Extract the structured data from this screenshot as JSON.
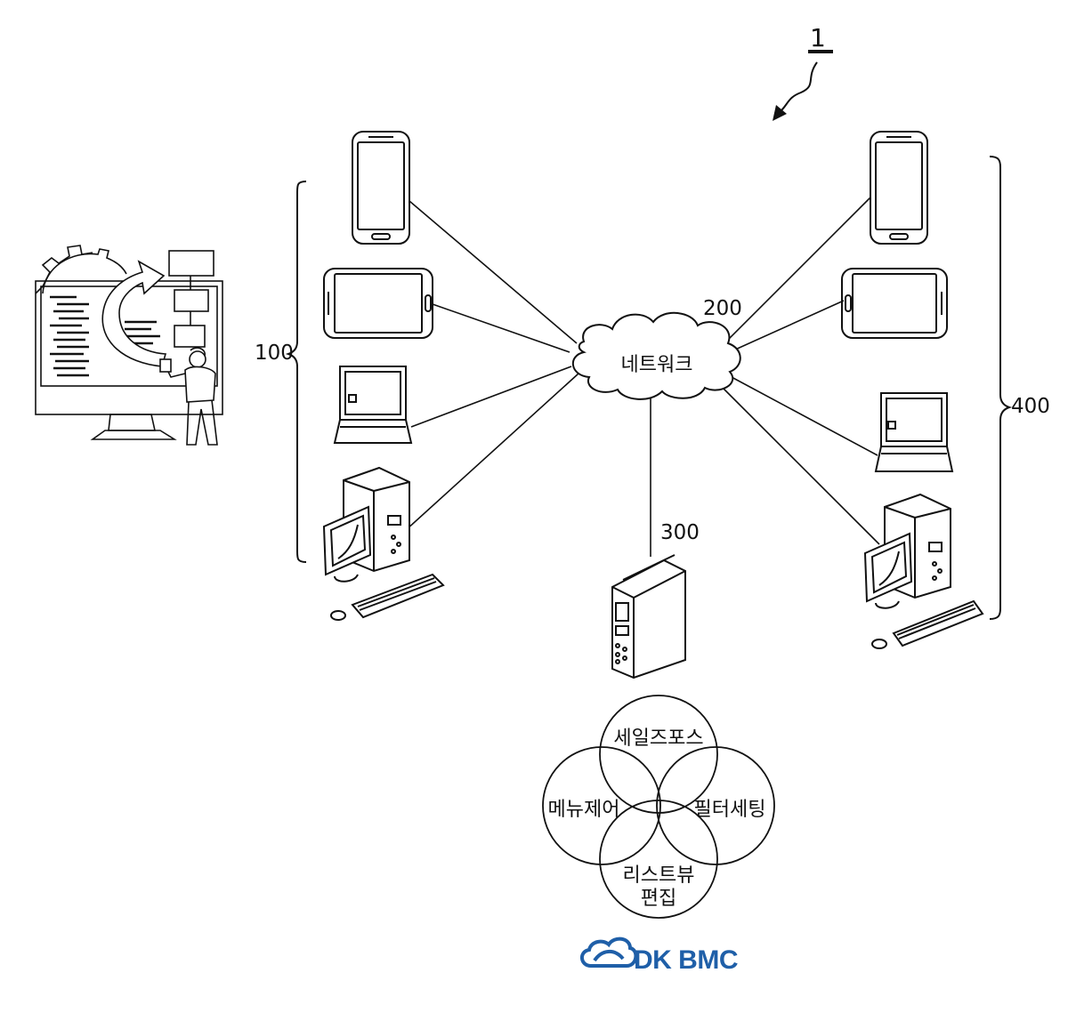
{
  "figure_ref": "1",
  "labels": {
    "client_group": "100",
    "network_ref": "200",
    "server_ref": "300",
    "partner_group": "400"
  },
  "network_label": "네트워크",
  "features": {
    "top": "세일즈포스",
    "left": "메뉴제어",
    "right": "필터세팅",
    "bottom_line1": "리스트뷰",
    "bottom_line2": "편집"
  },
  "logo": {
    "text": "DK BMC",
    "color": "#1f5fa8"
  }
}
